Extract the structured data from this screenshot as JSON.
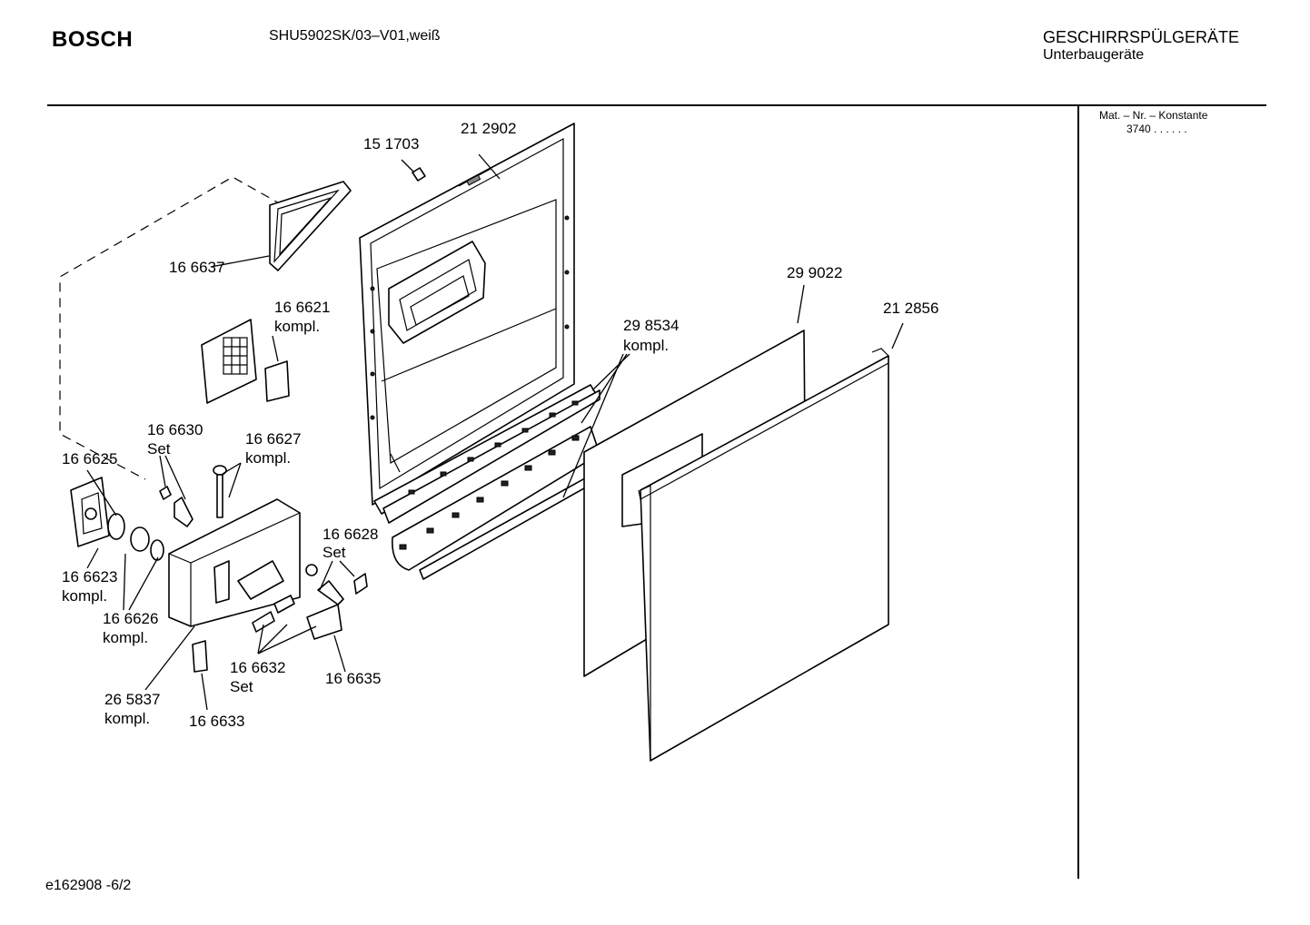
{
  "header": {
    "brand": "BOSCH",
    "model": "SHU5902SK/03–V01,weiß",
    "category": "GESCHIRRSPÜLGERÄTE",
    "subcategory": "Unterbaugeräte"
  },
  "sidebar": {
    "mat_label": "Mat. – Nr. – Konstante",
    "mat_value": "3740  .  .  .  .  .  ."
  },
  "footer": {
    "code": "e162908 -6/2"
  },
  "parts": [
    {
      "number": "21 2902",
      "note": ""
    },
    {
      "number": "15 1703",
      "note": ""
    },
    {
      "number": "16 6637",
      "note": ""
    },
    {
      "number": "16 6621",
      "note": "kompl."
    },
    {
      "number": "29 9022",
      "note": ""
    },
    {
      "number": "21 2856",
      "note": ""
    },
    {
      "number": "29 8534",
      "note": "kompl."
    },
    {
      "number": "16 6630",
      "note": "Set"
    },
    {
      "number": "16 6627",
      "note": "kompl."
    },
    {
      "number": "16 6625",
      "note": ""
    },
    {
      "number": "16 6628",
      "note": "Set"
    },
    {
      "number": "16 6623",
      "note": "kompl."
    },
    {
      "number": "16 6626",
      "note": "kompl."
    },
    {
      "number": "16 6632",
      "note": "Set"
    },
    {
      "number": "16 6635",
      "note": ""
    },
    {
      "number": "26 5837",
      "note": "kompl."
    },
    {
      "number": "16 6633",
      "note": ""
    }
  ]
}
